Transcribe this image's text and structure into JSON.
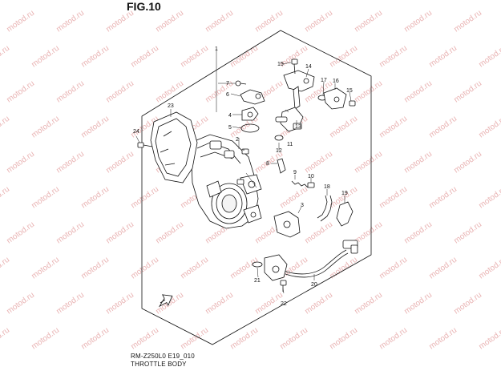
{
  "figure": {
    "title": "FIG.10"
  },
  "footer": {
    "code": "RM-Z250L0 E19_010",
    "name": "THROTTLE BODY"
  },
  "watermark": {
    "text": "motod.ru",
    "color": "#e9b3b3"
  },
  "callouts": [
    "1",
    "2",
    "3",
    "4",
    "5",
    "6",
    "7",
    "8",
    "9",
    "10",
    "11",
    "12",
    "13",
    "14",
    "15",
    "15",
    "16",
    "17",
    "18",
    "19",
    "20",
    "21",
    "22",
    "23",
    "24"
  ],
  "colors": {
    "line": "#111111",
    "accent": "#e9b3b3"
  },
  "icons": {
    "front_arrow": "front-arrow-icon"
  }
}
